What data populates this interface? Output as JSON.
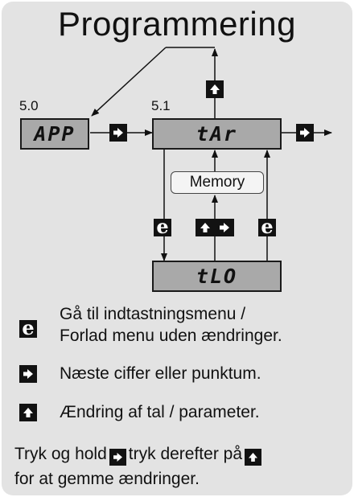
{
  "title": "Programmering",
  "steps": {
    "left": {
      "number": "5.0",
      "display": "APP"
    },
    "right": {
      "number": "5.1",
      "display": "tAr"
    },
    "bottom": {
      "display": "tLO"
    }
  },
  "memory_label": "Memory",
  "legend": [
    {
      "icon": "e-key-icon",
      "lines": [
        "Gå til indtastningsmenu /",
        "Forlad menu uden ændringer."
      ]
    },
    {
      "icon": "right-arrow-key-icon",
      "text": "Næste ciffer eller punktum."
    },
    {
      "icon": "up-arrow-key-icon",
      "text": "Ændring af tal / parameter."
    }
  ],
  "note": {
    "part1": "Tryk og hold",
    "part2": "tryk derefter på",
    "part3": "for at gemme ændringer."
  }
}
